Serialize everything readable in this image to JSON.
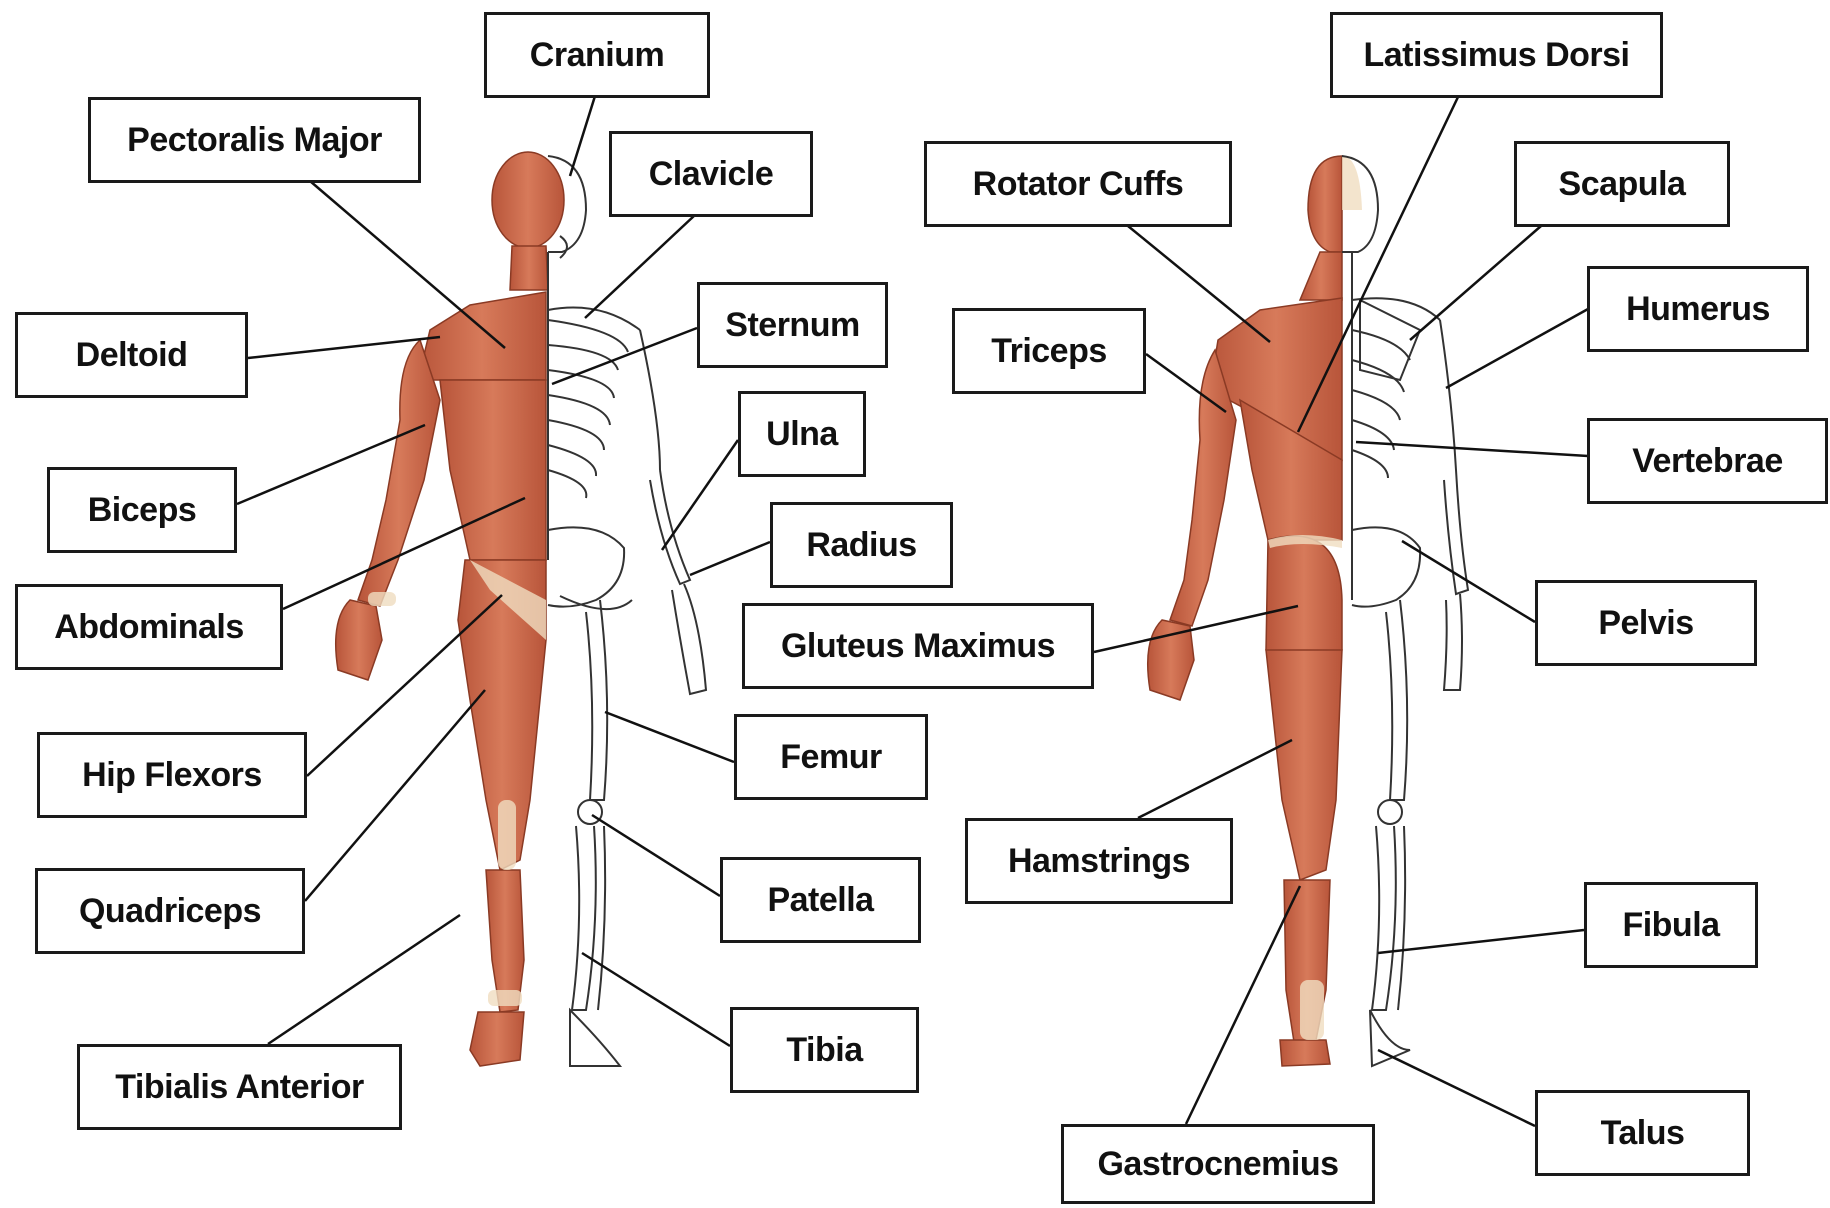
{
  "labels": {
    "cranium": "Cranium",
    "pectoralis_major": "Pectoralis Major",
    "clavicle": "Clavicle",
    "sternum": "Sternum",
    "deltoid": "Deltoid",
    "biceps": "Biceps",
    "ulna": "Ulna",
    "radius": "Radius",
    "abdominals": "Abdominals",
    "hip_flexors": "Hip Flexors",
    "femur": "Femur",
    "quadriceps": "Quadriceps",
    "patella": "Patella",
    "tibia": "Tibia",
    "tibialis_anterior": "Tibialis Anterior",
    "latissimus_dorsi": "Latissimus Dorsi",
    "rotator_cuffs": "Rotator Cuffs",
    "scapula": "Scapula",
    "humerus": "Humerus",
    "triceps": "Triceps",
    "vertebrae": "Vertebrae",
    "gluteus_maximus": "Gluteus Maximus",
    "pelvis": "Pelvis",
    "hamstrings": "Hamstrings",
    "fibula": "Fibula",
    "talus": "Talus",
    "gastrocnemius": "Gastrocnemius"
  },
  "colors": {
    "muscle": "#c9684a",
    "muscle_dark": "#a9482f",
    "tendon": "#f0ddc0",
    "bone_stroke": "#333333",
    "label_border": "#1a1a1a"
  }
}
